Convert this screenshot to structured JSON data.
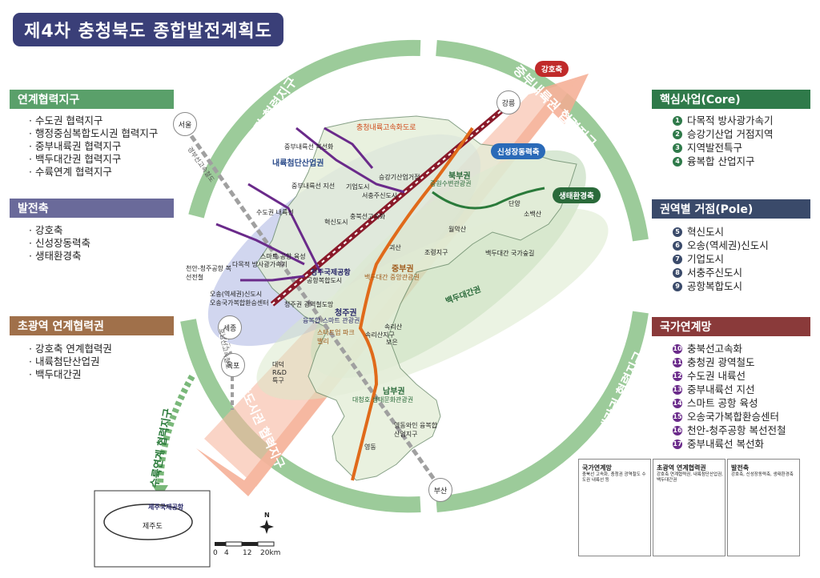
{
  "title": "제4차 충청북도 종합발전계획도",
  "left_sections": [
    {
      "heading": "연계협력지구",
      "color": "#5aa06a",
      "items": [
        "수도권 협력지구",
        "행정중심복합도시권 협력지구",
        "중부내륙권 협력지구",
        "백두대간권 협력지구",
        "수륙연계 협력지구"
      ]
    },
    {
      "heading": "발전축",
      "color": "#6a6a9a",
      "items": [
        "강호축",
        "신성장동력축",
        "생태환경축"
      ]
    },
    {
      "heading": "초광역 연계협력권",
      "color": "#a0704a",
      "items": [
        "강호축 연계협력권",
        "내륙첨단산업권",
        "백두대간권"
      ]
    }
  ],
  "right_sections": [
    {
      "heading": "핵심사업(Core)",
      "color": "#2f7a4a",
      "items": [
        {
          "n": "1",
          "t": "다목적 방사광가속기"
        },
        {
          "n": "2",
          "t": "승강기산업 거점지역"
        },
        {
          "n": "3",
          "t": "지역발전특구"
        },
        {
          "n": "4",
          "t": "융복합 산업지구"
        }
      ]
    },
    {
      "heading": "권역별 거점(Pole)",
      "color": "#3a4a6a",
      "items": [
        {
          "n": "5",
          "t": "혁신도시"
        },
        {
          "n": "6",
          "t": "오송(역세권)신도시"
        },
        {
          "n": "7",
          "t": "기업도시"
        },
        {
          "n": "8",
          "t": "서충주신도시"
        },
        {
          "n": "9",
          "t": "공항복합도시"
        }
      ]
    },
    {
      "heading": "국가연계망",
      "color": "#8a3a3a",
      "items": [
        {
          "n": "10",
          "t": "충북선고속화"
        },
        {
          "n": "11",
          "t": "충청권 광역철도"
        },
        {
          "n": "12",
          "t": "수도권 내륙선"
        },
        {
          "n": "13",
          "t": "중부내륙선 지선"
        },
        {
          "n": "14",
          "t": "스마트 공항 육성"
        },
        {
          "n": "15",
          "t": "오송국가복합환승센터"
        },
        {
          "n": "16",
          "t": "천안-청주공항 복선전철"
        },
        {
          "n": "17",
          "t": "중부내륙선 복선화"
        }
      ]
    }
  ],
  "ring_labels": {
    "top_left": "수도권 협력지구",
    "top_right": "중부내륙권 협력지구",
    "bottom_left": "행정중심복합도시권 협력지구",
    "bottom_right": "백두대간권 협력지구",
    "land_sea": "수륙연계 협력지구"
  },
  "axes": {
    "gangho": "강호축",
    "new_growth": "신성장동력축",
    "eco": "생태환경축"
  },
  "cities": {
    "seoul": "서울",
    "gangneung": "강릉",
    "sejong": "세종",
    "mokpo": "목포",
    "busan": "부산"
  },
  "map_labels": [
    {
      "id": "expressway",
      "t": "충청내륙고속화도로",
      "color": "#d04a1a"
    },
    {
      "id": "inland-hitech",
      "t": "내륙첨단산업권",
      "color": "#2a4a8a"
    },
    {
      "id": "north-zone",
      "t": "북부권",
      "color": "#2a6a3a"
    },
    {
      "id": "north-sub",
      "t": "중원수변관광권",
      "color": "#2a6a3a"
    },
    {
      "id": "central-zone",
      "t": "중부권",
      "color": "#a05a1a"
    },
    {
      "id": "central-sub",
      "t": "백두대간 중앙관광권",
      "color": "#a05a1a"
    },
    {
      "id": "cheongju-zone",
      "t": "청주권",
      "color": "#2a2a6a"
    },
    {
      "id": "cheongju-sub",
      "t": "융복합 스마트 관광권",
      "color": "#2a2a6a"
    },
    {
      "id": "south-zone",
      "t": "남부권",
      "color": "#2a6a3a"
    },
    {
      "id": "south-sub",
      "t": "대청호 생태문화관광권",
      "color": "#2a6a3a"
    },
    {
      "id": "baekdu",
      "t": "백두대간권",
      "color": "#2a6a3a"
    },
    {
      "id": "airport",
      "t": "청주국제공항",
      "color": "#2a2a6a"
    },
    {
      "id": "jeju-airport",
      "t": "제주국제공항",
      "color": "#2a2a6a"
    },
    {
      "id": "jeju",
      "t": "제주도",
      "color": "#222"
    },
    {
      "id": "danyang",
      "t": "단양",
      "color": "#222"
    },
    {
      "id": "sobaeksan",
      "t": "소백산",
      "color": "#222"
    },
    {
      "id": "woraksan",
      "t": "월악산",
      "color": "#222"
    },
    {
      "id": "songnisan",
      "t": "속리산",
      "color": "#222"
    },
    {
      "id": "goesan",
      "t": "괴산",
      "color": "#222"
    },
    {
      "id": "boeun",
      "t": "보은",
      "color": "#222"
    },
    {
      "id": "yeongdong",
      "t": "영동",
      "color": "#222"
    },
    {
      "id": "joryeong",
      "t": "조령지구",
      "color": "#222"
    },
    {
      "id": "songni-district",
      "t": "속리산지구",
      "color": "#222"
    },
    {
      "id": "innovation",
      "t": "혁신도시",
      "color": "#222"
    },
    {
      "id": "enterprise",
      "t": "기업도시",
      "color": "#222"
    },
    {
      "id": "seochungju",
      "t": "서충주신도시",
      "color": "#222"
    },
    {
      "id": "elevator",
      "t": "승강기산업거점",
      "color": "#222"
    },
    {
      "id": "starter",
      "t": "스타트업 파크밸리",
      "color": "#a05a1a"
    },
    {
      "id": "smart-airport",
      "t": "스마트 공항 육성",
      "color": "#222"
    },
    {
      "id": "accelerator",
      "t": "다목적 방사광가속기",
      "color": "#222"
    },
    {
      "id": "airport-city",
      "t": "공항복합도시",
      "color": "#222"
    },
    {
      "id": "osong-transfer",
      "t": "오송국가복합환승센터",
      "color": "#222"
    },
    {
      "id": "osong-new",
      "t": "오송(역세권)신도시",
      "color": "#222"
    },
    {
      "id": "cheongju-rail",
      "t": "청주권 광역철도망",
      "color": "#222"
    },
    {
      "id": "cheonan",
      "t": "천안-청주공항 복선전철",
      "color": "#222"
    },
    {
      "id": "jungbu-double",
      "t": "중부내륙선 복선화",
      "color": "#222"
    },
    {
      "id": "jungbu-branch",
      "t": "중부내륙선 지선",
      "color": "#222"
    },
    {
      "id": "sudo-inland",
      "t": "수도권 내륙선",
      "color": "#222"
    },
    {
      "id": "chungbuk-fast",
      "t": "충북선고속화",
      "color": "#222"
    },
    {
      "id": "baekdu-trail",
      "t": "백두대간 국가숲길",
      "color": "#222"
    },
    {
      "id": "yeongdong-wine",
      "t": "영동와인 융복합산업지구",
      "color": "#222"
    },
    {
      "id": "daedeok",
      "t": "대덕 R&D특구",
      "color": "#222"
    }
  ],
  "rail_label": "경부선고속철도",
  "rail_label2": "호남선고속철도",
  "scale": {
    "ticks": [
      "0",
      "4",
      "12",
      "20km"
    ],
    "north": "N"
  },
  "insets": [
    {
      "title": "국가연계망",
      "sub": "충북선 고속화, 충청권 광역철도 수도권 내륙선 등"
    },
    {
      "title": "초광역 연계협력권",
      "sub": "강호축 연계협력권, 내륙첨단산업권, 백두대간권"
    },
    {
      "title": "발전축",
      "sub": "강호축, 신성장동력축, 생태환경축"
    }
  ],
  "colors": {
    "ring": "#9ccb9a",
    "gangho": "#f0a080",
    "gangho_head": "#f08060",
    "new_growth": "#3a7ac0",
    "eco": "#2a6a3a"
  }
}
